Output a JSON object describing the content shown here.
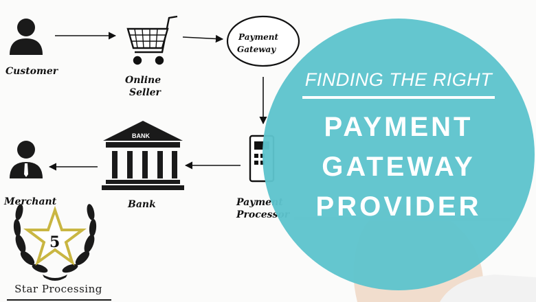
{
  "banner": {
    "tagline": "FINDING THE RIGHT",
    "title_line_1": "PAYMENT",
    "title_line_2": "GATEWAY",
    "title_line_3": "PROVIDER"
  },
  "flow": {
    "customer_label": "Customer",
    "seller_label_1": "Online",
    "seller_label_2": "Seller",
    "gateway_label_1": "Payment",
    "gateway_label_2": "Gateway",
    "processor_label_1": "Payment",
    "processor_label_2": "Processor",
    "bank_label": "Bank",
    "bank_sign": "BANK",
    "merchant_label": "Merchant"
  },
  "badge": {
    "number": "5",
    "name": "Star Processing"
  },
  "colors": {
    "circle": "#5ec4cd",
    "ink": "#111111",
    "badge_star": "#c9b642"
  }
}
